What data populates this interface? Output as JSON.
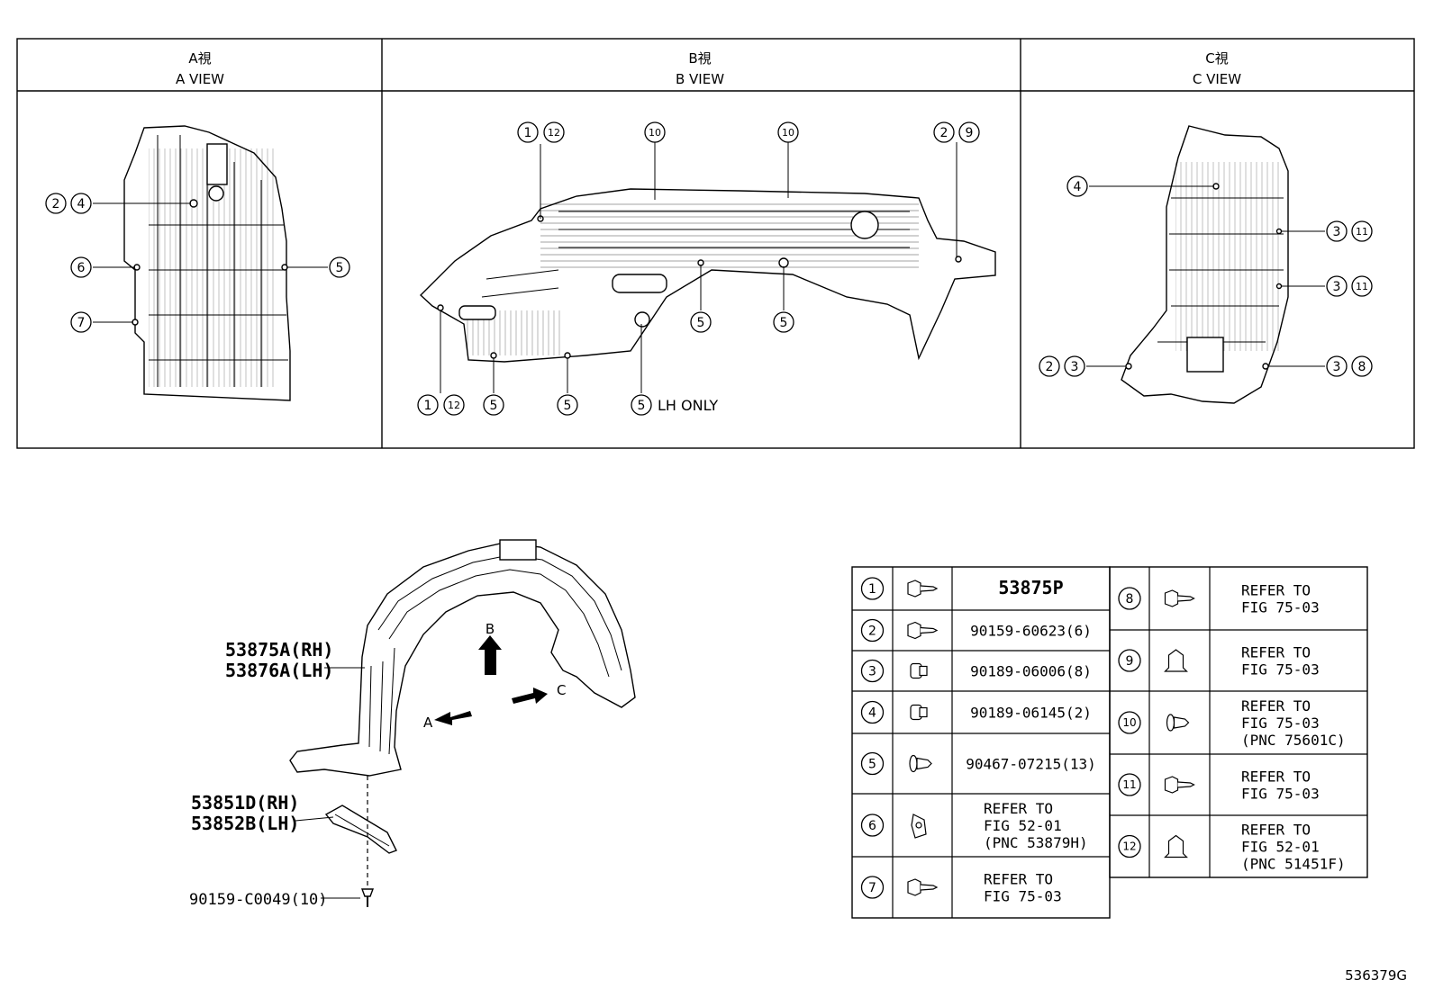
{
  "views": [
    {
      "jp": "A視",
      "en": "A VIEW"
    },
    {
      "jp": "B視",
      "en": "B VIEW"
    },
    {
      "jp": "C視",
      "en": "C VIEW"
    }
  ],
  "callouts": {
    "a": [
      "2",
      "4",
      "6",
      "5",
      "7"
    ],
    "b": [
      "1",
      "12",
      "10",
      "10",
      "2",
      "9",
      "5",
      "5",
      "1",
      "12",
      "5",
      "5",
      "5"
    ],
    "c": [
      "4",
      "3",
      "11",
      "3",
      "11",
      "2",
      "3",
      "3",
      "8"
    ]
  },
  "lh_only": "LH ONLY",
  "main_labels": {
    "liner_rh": "53875A(RH)",
    "liner_lh": "53876A(LH)",
    "seal_rh": "53851D(RH)",
    "seal_lh": "53852B(LH)",
    "screw": "90159-C0049(10)",
    "arrow_a": "A",
    "arrow_b": "B",
    "arrow_c": "C"
  },
  "parts_table": [
    {
      "num": "1",
      "icon": "screw-grommet-icon",
      "lines": [
        "53875P"
      ]
    },
    {
      "num": "2",
      "icon": "bolt-washer-icon",
      "lines": [
        "90159-60623(6)"
      ]
    },
    {
      "num": "3",
      "icon": "nut-icon",
      "lines": [
        "90189-06006(8)"
      ]
    },
    {
      "num": "4",
      "icon": "nut-icon",
      "lines": [
        "90189-06145(2)"
      ]
    },
    {
      "num": "5",
      "icon": "push-clip-icon",
      "lines": [
        "90467-07215(13)"
      ]
    },
    {
      "num": "6",
      "icon": "clip-nut-icon",
      "lines": [
        "REFER TO",
        "FIG 52-01",
        "(PNC 53879H)"
      ]
    },
    {
      "num": "7",
      "icon": "bolt-washer-icon",
      "lines": [
        "REFER TO",
        "FIG 75-03"
      ]
    },
    {
      "num": "8",
      "icon": "bolt-washer-icon",
      "lines": [
        "REFER TO",
        "FIG 75-03"
      ]
    },
    {
      "num": "9",
      "icon": "clip-icon",
      "lines": [
        "REFER TO",
        "FIG 75-03"
      ]
    },
    {
      "num": "10",
      "icon": "rivet-clip-icon",
      "lines": [
        "REFER TO",
        "FIG 75-03",
        "(PNC 75601C)"
      ]
    },
    {
      "num": "11",
      "icon": "bolt-washer-icon",
      "lines": [
        "REFER TO",
        "FIG 75-03"
      ]
    },
    {
      "num": "12",
      "icon": "clip-icon",
      "lines": [
        "REFER TO",
        "FIG 52-01",
        "(PNC 51451F)"
      ]
    }
  ],
  "figure_id": "536379G"
}
